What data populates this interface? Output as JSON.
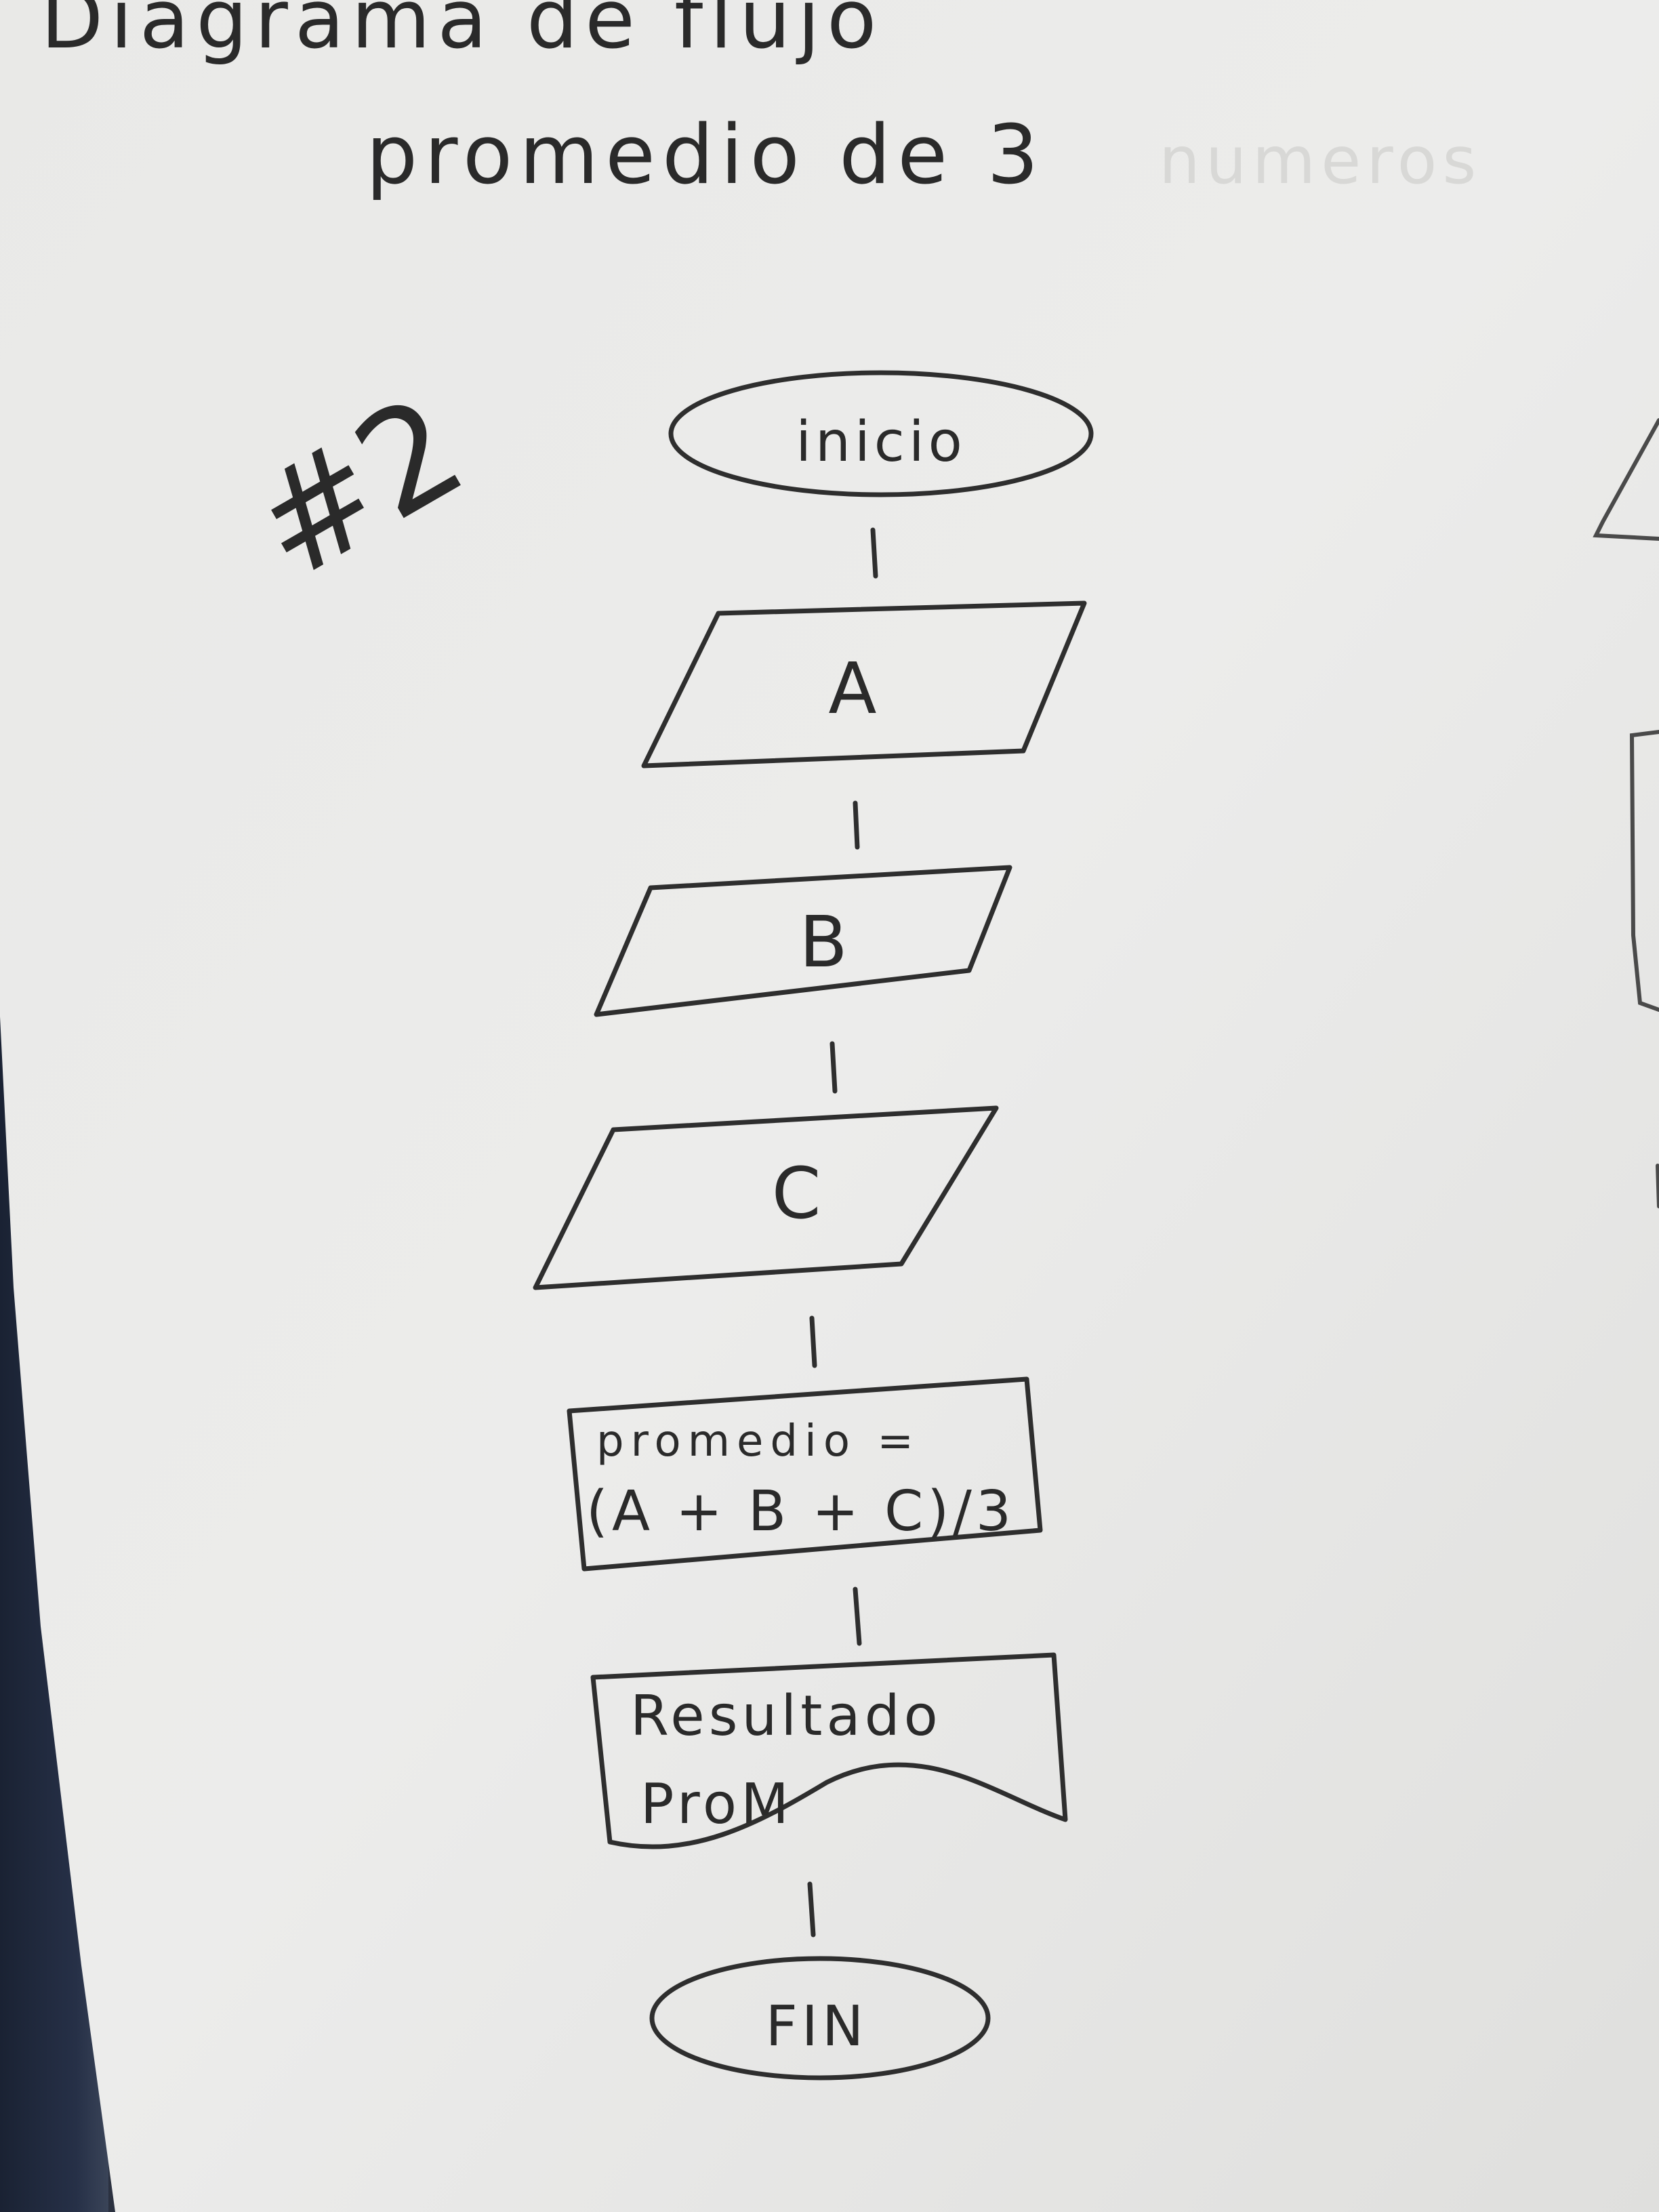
{
  "title": {
    "line1": "Diagrama de flujo",
    "line2": "promedio de 3",
    "line2_faded": "numeros"
  },
  "page_mark": "#2",
  "flowchart": {
    "start": "inicio",
    "inputs": [
      "A",
      "B",
      "C"
    ],
    "process": {
      "line1": "promedio =",
      "line2": "(A + B + C)/3"
    },
    "output": {
      "line1": "Resultado",
      "line2": "ProM"
    },
    "end": "FIN"
  },
  "colors": {
    "paper": "#ebebea",
    "ink": "#2e2e2e",
    "background": "#2b3140"
  }
}
